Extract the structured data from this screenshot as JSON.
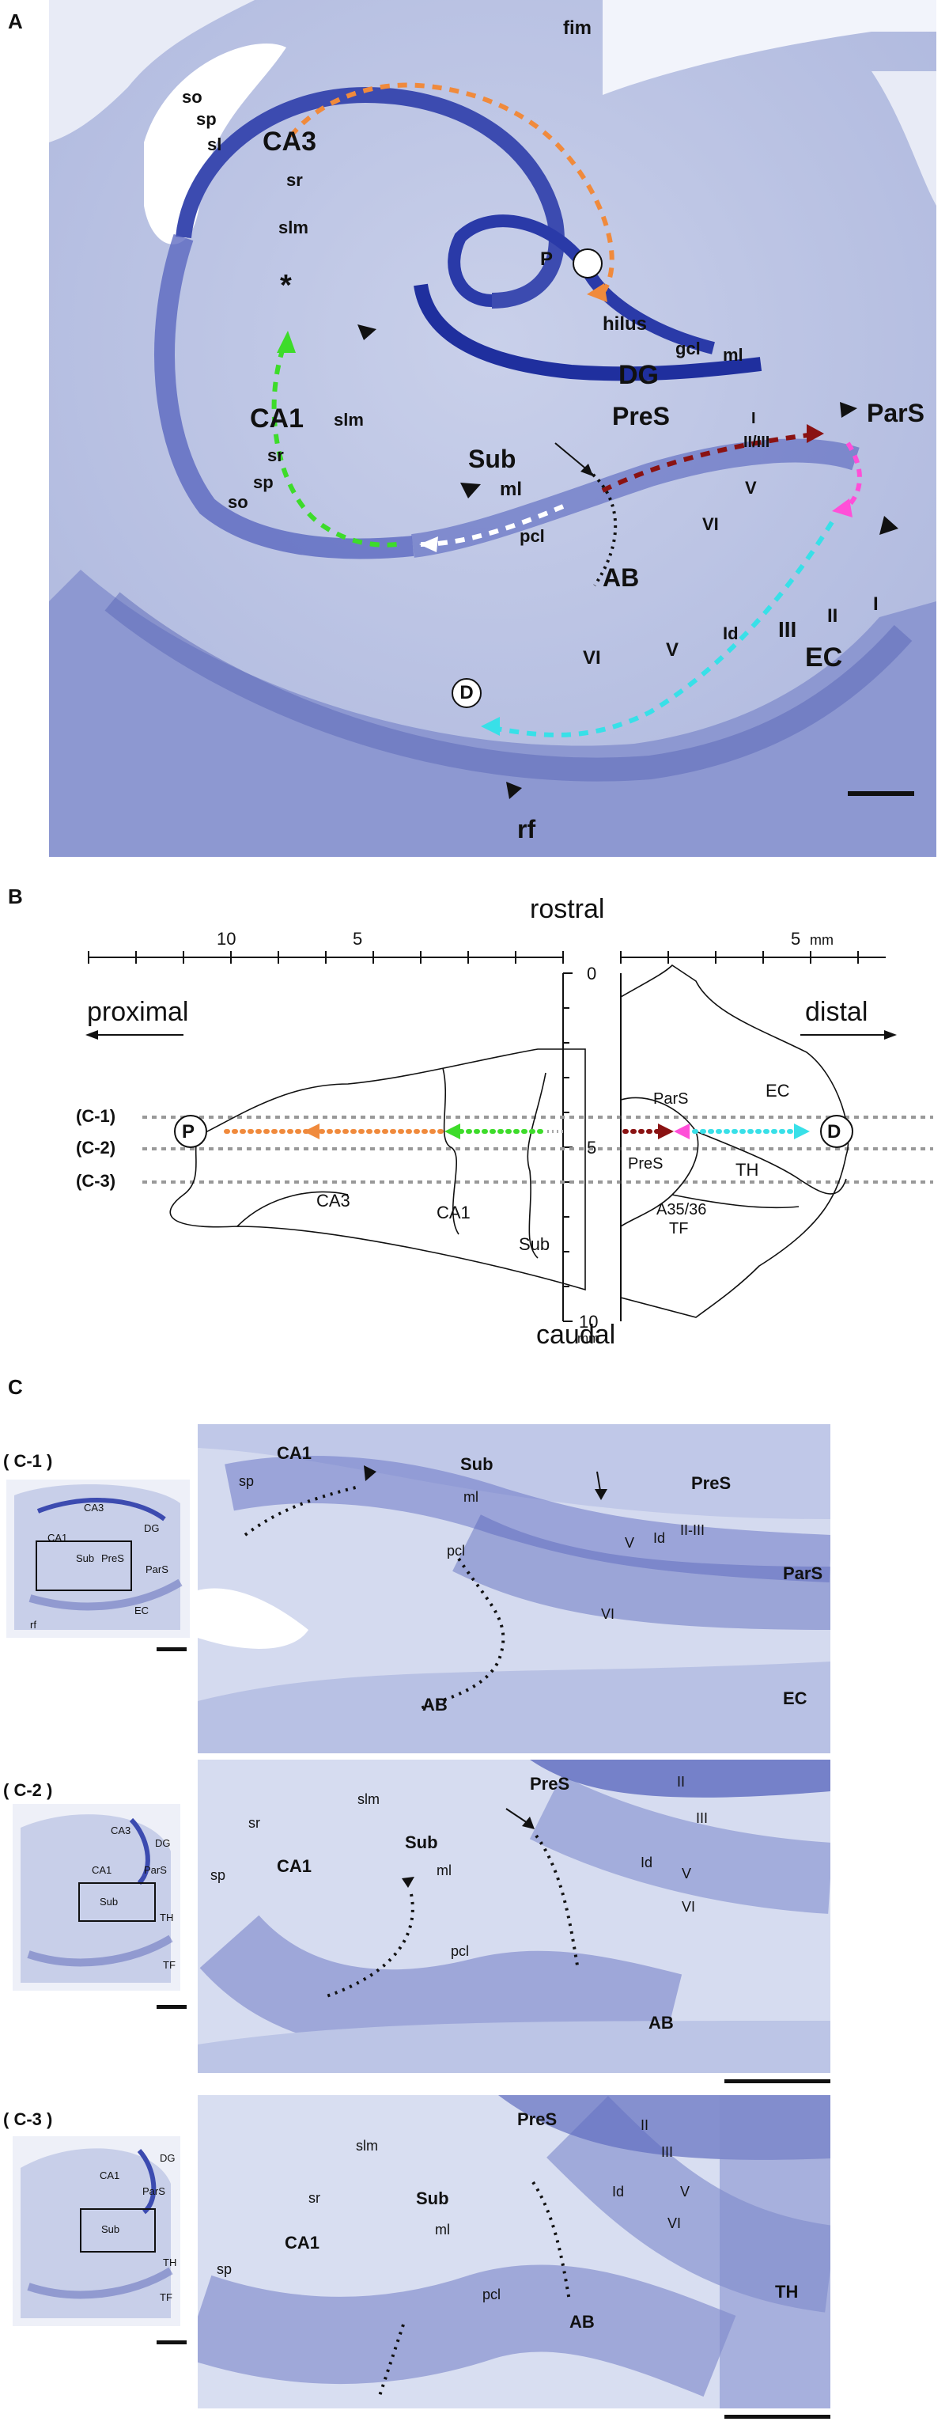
{
  "panels": {
    "A": "A",
    "B": "B",
    "C": "C"
  },
  "panel_a": {
    "labels": {
      "fim": "fim",
      "so_top": "so",
      "sp_top": "sp",
      "sl": "sl",
      "CA3": "CA3",
      "sr_top": "sr",
      "slm_top": "slm",
      "P": "P",
      "star": "*",
      "hilus": "hilus",
      "gcl": "gcl",
      "ml_dg": "ml",
      "DG": "DG",
      "CA1": "CA1",
      "slm": "slm",
      "sr": "sr",
      "sp": "sp",
      "so": "so",
      "Sub": "Sub",
      "ml": "ml",
      "pcl": "pcl",
      "PreS": "PreS",
      "I_pres": "I",
      "II_III": "II/III",
      "V_pres": "V",
      "VI_pres": "VI",
      "ParS": "ParS",
      "AB": "AB",
      "VI": "VI",
      "V": "V",
      "Id": "Id",
      "III": "III",
      "II": "II",
      "I": "I",
      "EC": "EC",
      "D": "D",
      "rf": "rf"
    },
    "arrow_colors": {
      "CA3": "#f08a3c",
      "CA1": "#3ddc2a",
      "Sub": "#ffffff",
      "PreS": "#8a1212",
      "ParS": "#ff4fd8",
      "EC": "#38e0e8"
    }
  },
  "panel_b": {
    "rostral": "rostral",
    "caudal": "caudal",
    "proximal": "proximal",
    "distal": "distal",
    "mm_top": "mm",
    "mm_bottom": "mm",
    "top_ticks_left": [
      "10",
      "5"
    ],
    "top_ticks_right": [
      "5"
    ],
    "left_axis": [
      "0",
      "5",
      "10"
    ],
    "levels": [
      "(C-1)",
      "(C-2)",
      "(C-3)"
    ],
    "regions": {
      "CA3": "CA3",
      "CA1": "CA1",
      "Sub": "Sub",
      "ParS": "ParS",
      "PreS": "PreS",
      "EC": "EC",
      "TH": "TH",
      "A35_36": "A35/36",
      "TF": "TF"
    },
    "P": "P",
    "D": "D"
  },
  "panel_c": {
    "rows": [
      {
        "tag": "( C-1 )",
        "thumb_labels": [
          "CA3",
          "DG",
          "CA1",
          "Sub",
          "PreS",
          "ParS",
          "rf",
          "EC"
        ],
        "labels": [
          "CA1",
          "sp",
          "Sub",
          "ml",
          "pcl",
          "PreS",
          "V",
          "Id",
          "II-III",
          "ParS",
          "VI",
          "AB",
          "EC"
        ]
      },
      {
        "tag": "( C-2 )",
        "thumb_labels": [
          "CA3",
          "DG",
          "CA1",
          "ParS",
          "Sub",
          "TH",
          "TF"
        ],
        "labels": [
          "slm",
          "PreS",
          "II",
          "III",
          "sr",
          "CA1",
          "Sub",
          "ml",
          "Id",
          "V",
          "sp",
          "VI",
          "pcl",
          "AB"
        ]
      },
      {
        "tag": "( C-3 )",
        "thumb_labels": [
          "DG",
          "CA1",
          "ParS",
          "Sub",
          "TH",
          "TF"
        ],
        "labels": [
          "PreS",
          "II",
          "slm",
          "III",
          "Id",
          "V",
          "VI",
          "sr",
          "Sub",
          "CA1",
          "ml",
          "sp",
          "pcl",
          "AB",
          "TH"
        ]
      }
    ]
  }
}
